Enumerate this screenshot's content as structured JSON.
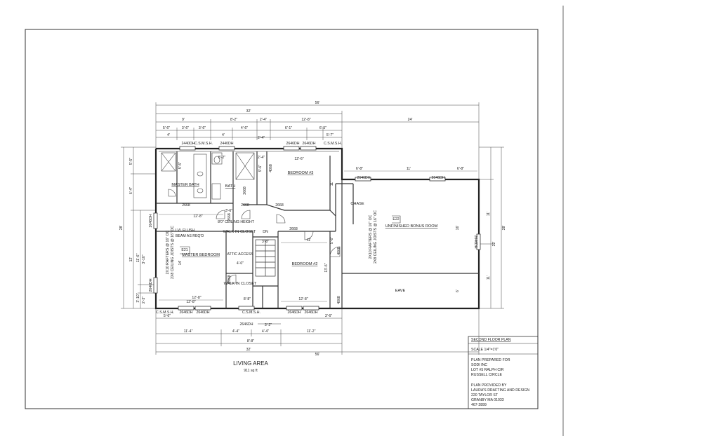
{
  "room_labels": {
    "master_bath": "MASTER BATH",
    "bath": "BATH",
    "bedroom3": "BEDROOM #3",
    "master_bedroom": "MASTER BEDROOM",
    "bedroom2": "BEDROOM #2",
    "walk_closet_top": "WALK IN CLOSET",
    "walk_closet_bottom": "WALK IN CLOSET",
    "attic_access": "ATTIC ACCESS",
    "attic_size": "4'-0\"",
    "unfinished_bonus": "UNFINISHED BONUS ROOM",
    "chase": "CHASE",
    "eave": "EAVE",
    "dn": "DN"
  },
  "notes": {
    "ceiling_height": "8'0\" CEILING HEIGHT",
    "lvl_line1": "LVL FLUSH",
    "lvl_line2": "BEAM AS REQ'D",
    "rafters_left1": "2X10 RAFTERS @ 16\" OC",
    "rafters_left2": "2X8 CEILING JOISTS @ 16\" OC",
    "rafters_right1": "2X10 RAFTERS @ 16\" OC",
    "rafters_right2": "2X8 CEILING JOISTS @ 16\" OC",
    "e21": "E21",
    "e22": "E22"
  },
  "windows": {
    "w_top1": "2440DH",
    "w_top2": "2440DH",
    "w_top3": "2646DH",
    "w_top4": "2646DH",
    "w_bonus1": "2646DH",
    "w_bonus2": "2646DH",
    "w_bonus_right": "2646DH",
    "w_left1": "2646DH",
    "w_left2": "2646DH",
    "w_bot1": "2646DH",
    "w_bot2": "2646DH",
    "w_bot3": "2646DH",
    "w_bot4": "2646DH",
    "w_bot5": "2646DH",
    "gable": "C.S.M.S.H.",
    "gable2": "C.S.M.S.H.",
    "gable3": "C.S.M.S.H.",
    "gable4": "C.S.M.S.H."
  },
  "doors": {
    "d1": "2668",
    "d2": "2668",
    "d3": "2668",
    "d4": "2668",
    "d5": "2668",
    "d6": "2668",
    "d7": "4068",
    "d8": "4068",
    "d9": "2668",
    "d10": "4068"
  },
  "dims_top": {
    "overall": "56'",
    "main": "32'",
    "a": "9'",
    "b": "8'-2\"",
    "c": "2'-4\"",
    "d": "12'-8\"",
    "e": "24'",
    "f": "5'-6\"",
    "g": "3'-6\"",
    "h": "3'-6\"",
    "i": "4'-6\"",
    "j": "6'-1\"",
    "k": "6'-5\"",
    "l": "5'-7\"",
    "m": "4'",
    "n": "4'",
    "o": "2'-4\"",
    "p": "12'-6\""
  },
  "dims_bottom": {
    "a": "5'-6\"",
    "b": "3'-6\"",
    "c": "11'-4\"",
    "d": "4'-4\"",
    "e": "4'-4\"",
    "f": "3'-2\"",
    "g": "11'-2\"",
    "h": "8'-8\"",
    "main": "32'",
    "overall": "56'"
  },
  "dims_left": {
    "a": "5'-5\"",
    "b": "6'-4\"",
    "c": "28'",
    "d": "12'",
    "e": "11'-6\"",
    "f": "3'-10\"",
    "g": "3'-10\"",
    "h": "2'-3\""
  },
  "dims_right": {
    "a": "11'",
    "b": "22'",
    "c": "28'",
    "d": "11'",
    "e": "16'",
    "f": "6'"
  },
  "dims_interior": {
    "a": "5'-5\"",
    "b": "8'-2\"",
    "c": "12'-8\"",
    "d": "11'",
    "e": "6'-8\"",
    "f": "11'",
    "g": "6'-8\"",
    "h": "12'-8\"",
    "i": "11'",
    "j": "3'-8\"",
    "k": "12'-8\"",
    "l": "12'-8\"",
    "m": "8'-8\"",
    "n": "14'",
    "o": "13'-6\"",
    "p": "5'-6\"",
    "q": "3'-6\"",
    "r": "9'-6\"",
    "s": "2'-4\""
  },
  "living_area": {
    "title": "LIVING AREA",
    "value": "911 sq ft"
  },
  "title_block": {
    "plan_name": "SECOND FLOOR PLAN",
    "scale": "SCALE 1/4\"=1'0\"",
    "prepared_label": "PLAN PREPARED FOR",
    "client": "SODI INC",
    "lot": "LOT #5 RALPH CIR",
    "town": "RUSSELL CIRCLE",
    "provided_label": "PLAN PROVIDED BY",
    "firm": "LAURA'S DRAFTING AND DESIGN",
    "street": "220 TAYLOR ST",
    "city": "GRANBY MA 01033",
    "phone": "467-2899"
  }
}
